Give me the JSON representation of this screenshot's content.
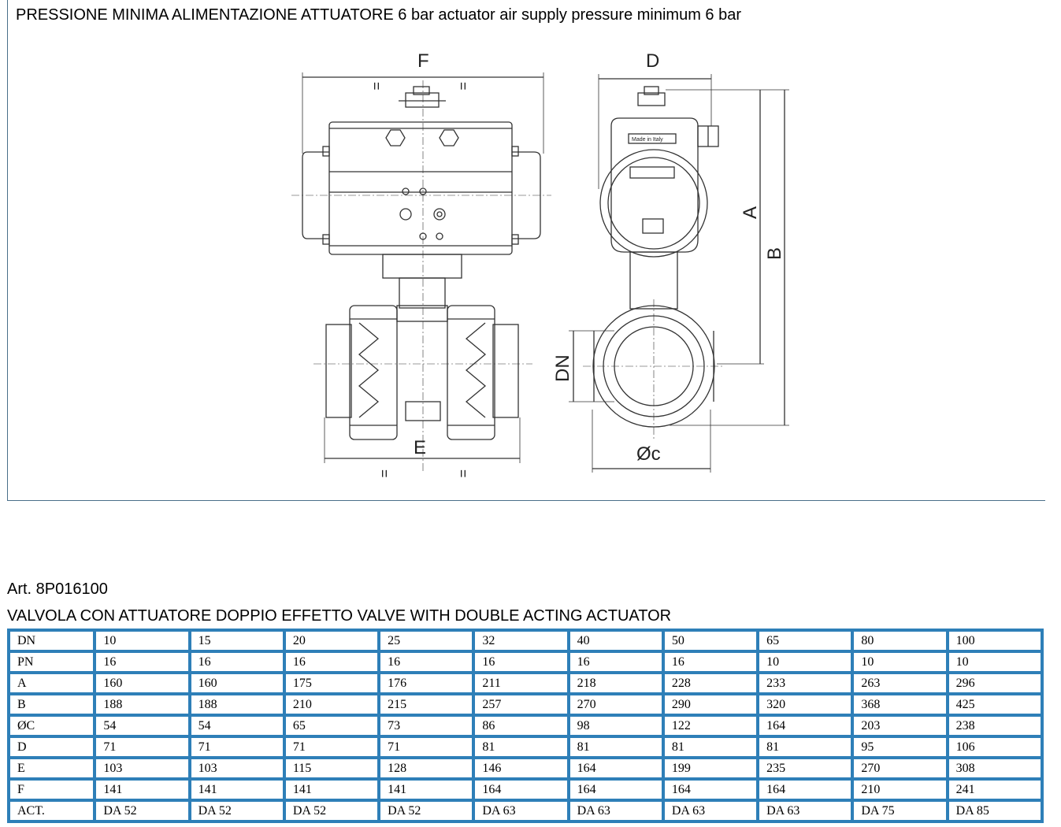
{
  "header": {
    "note": "PRESSIONE MINIMA ALIMENTAZIONE ATTUATORE 6 bar actuator air supply pressure minimum 6 bar"
  },
  "drawing": {
    "labels": {
      "f": "F",
      "d": "D",
      "a": "A",
      "b": "B",
      "dn": "DN",
      "e": "E",
      "oc": "Øc",
      "eq": "=",
      "made_in_italy": "Made in Italy"
    }
  },
  "article": {
    "code": "Art. 8P016100",
    "description": "VALVOLA CON ATTUATORE DOPPIO EFFETTO VALVE WITH DOUBLE ACTING ACTUATOR"
  },
  "table": {
    "rows": [
      [
        "DN",
        "10",
        "15",
        "20",
        "25",
        "32",
        "40",
        "50",
        "65",
        "80",
        "100"
      ],
      [
        "PN",
        "16",
        "16",
        "16",
        "16",
        "16",
        "16",
        "16",
        "10",
        "10",
        "10"
      ],
      [
        "A",
        "160",
        "160",
        "175",
        "176",
        "211",
        "218",
        "228",
        "233",
        "263",
        "296"
      ],
      [
        "B",
        "188",
        "188",
        "210",
        "215",
        "257",
        "270",
        "290",
        "320",
        "368",
        "425"
      ],
      [
        "ØC",
        "54",
        "54",
        "65",
        "73",
        "86",
        "98",
        "122",
        "164",
        "203",
        "238"
      ],
      [
        "D",
        "71",
        "71",
        "71",
        "71",
        "81",
        "81",
        "81",
        "81",
        "95",
        "106"
      ],
      [
        "E",
        "103",
        "103",
        "115",
        "128",
        "146",
        "164",
        "199",
        "235",
        "270",
        "308"
      ],
      [
        "F",
        "141",
        "141",
        "141",
        "141",
        "164",
        "164",
        "164",
        "164",
        "210",
        "241"
      ],
      [
        "ACT.",
        "DA 52",
        "DA 52",
        "DA 52",
        "DA 52",
        "DA 63",
        "DA 63",
        "DA 63",
        "DA 63",
        "DA 75",
        "DA 85"
      ]
    ]
  }
}
